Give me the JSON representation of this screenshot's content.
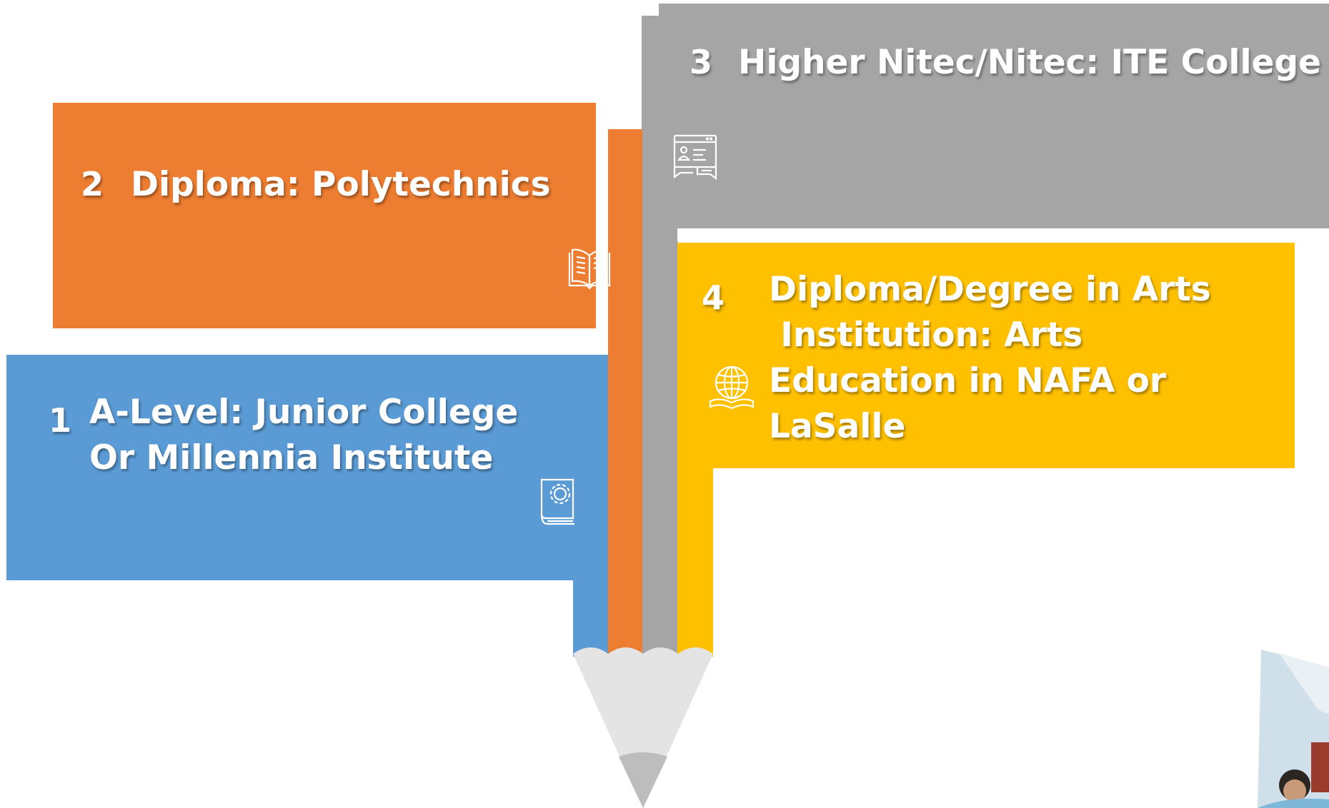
{
  "colors": {
    "blue": "#5B9BD5",
    "orange": "#ED7D31",
    "gray": "#A5A5A5",
    "yellow": "#FFC000",
    "pencil_wood": "#E4E4E4",
    "pencil_tip": "#BDBDBD"
  },
  "pathways": [
    {
      "number": "1",
      "line1": "A-Level: Junior College",
      "line2": "Or Millennia Institute",
      "icon": "gear-book-icon"
    },
    {
      "number": "2",
      "line1": "Diploma: Polytechnics",
      "icon": "open-book-icon"
    },
    {
      "number": "3",
      "line1": "Higher Nitec/Nitec: ITE College",
      "icon": "chat-profile-icon"
    },
    {
      "number": "4",
      "line1": "Diploma/Degree in Arts",
      "line2": " Institution: Arts",
      "line3": "Education in NAFA or",
      "line4": "LaSalle",
      "icon": "globe-book-icon"
    }
  ]
}
